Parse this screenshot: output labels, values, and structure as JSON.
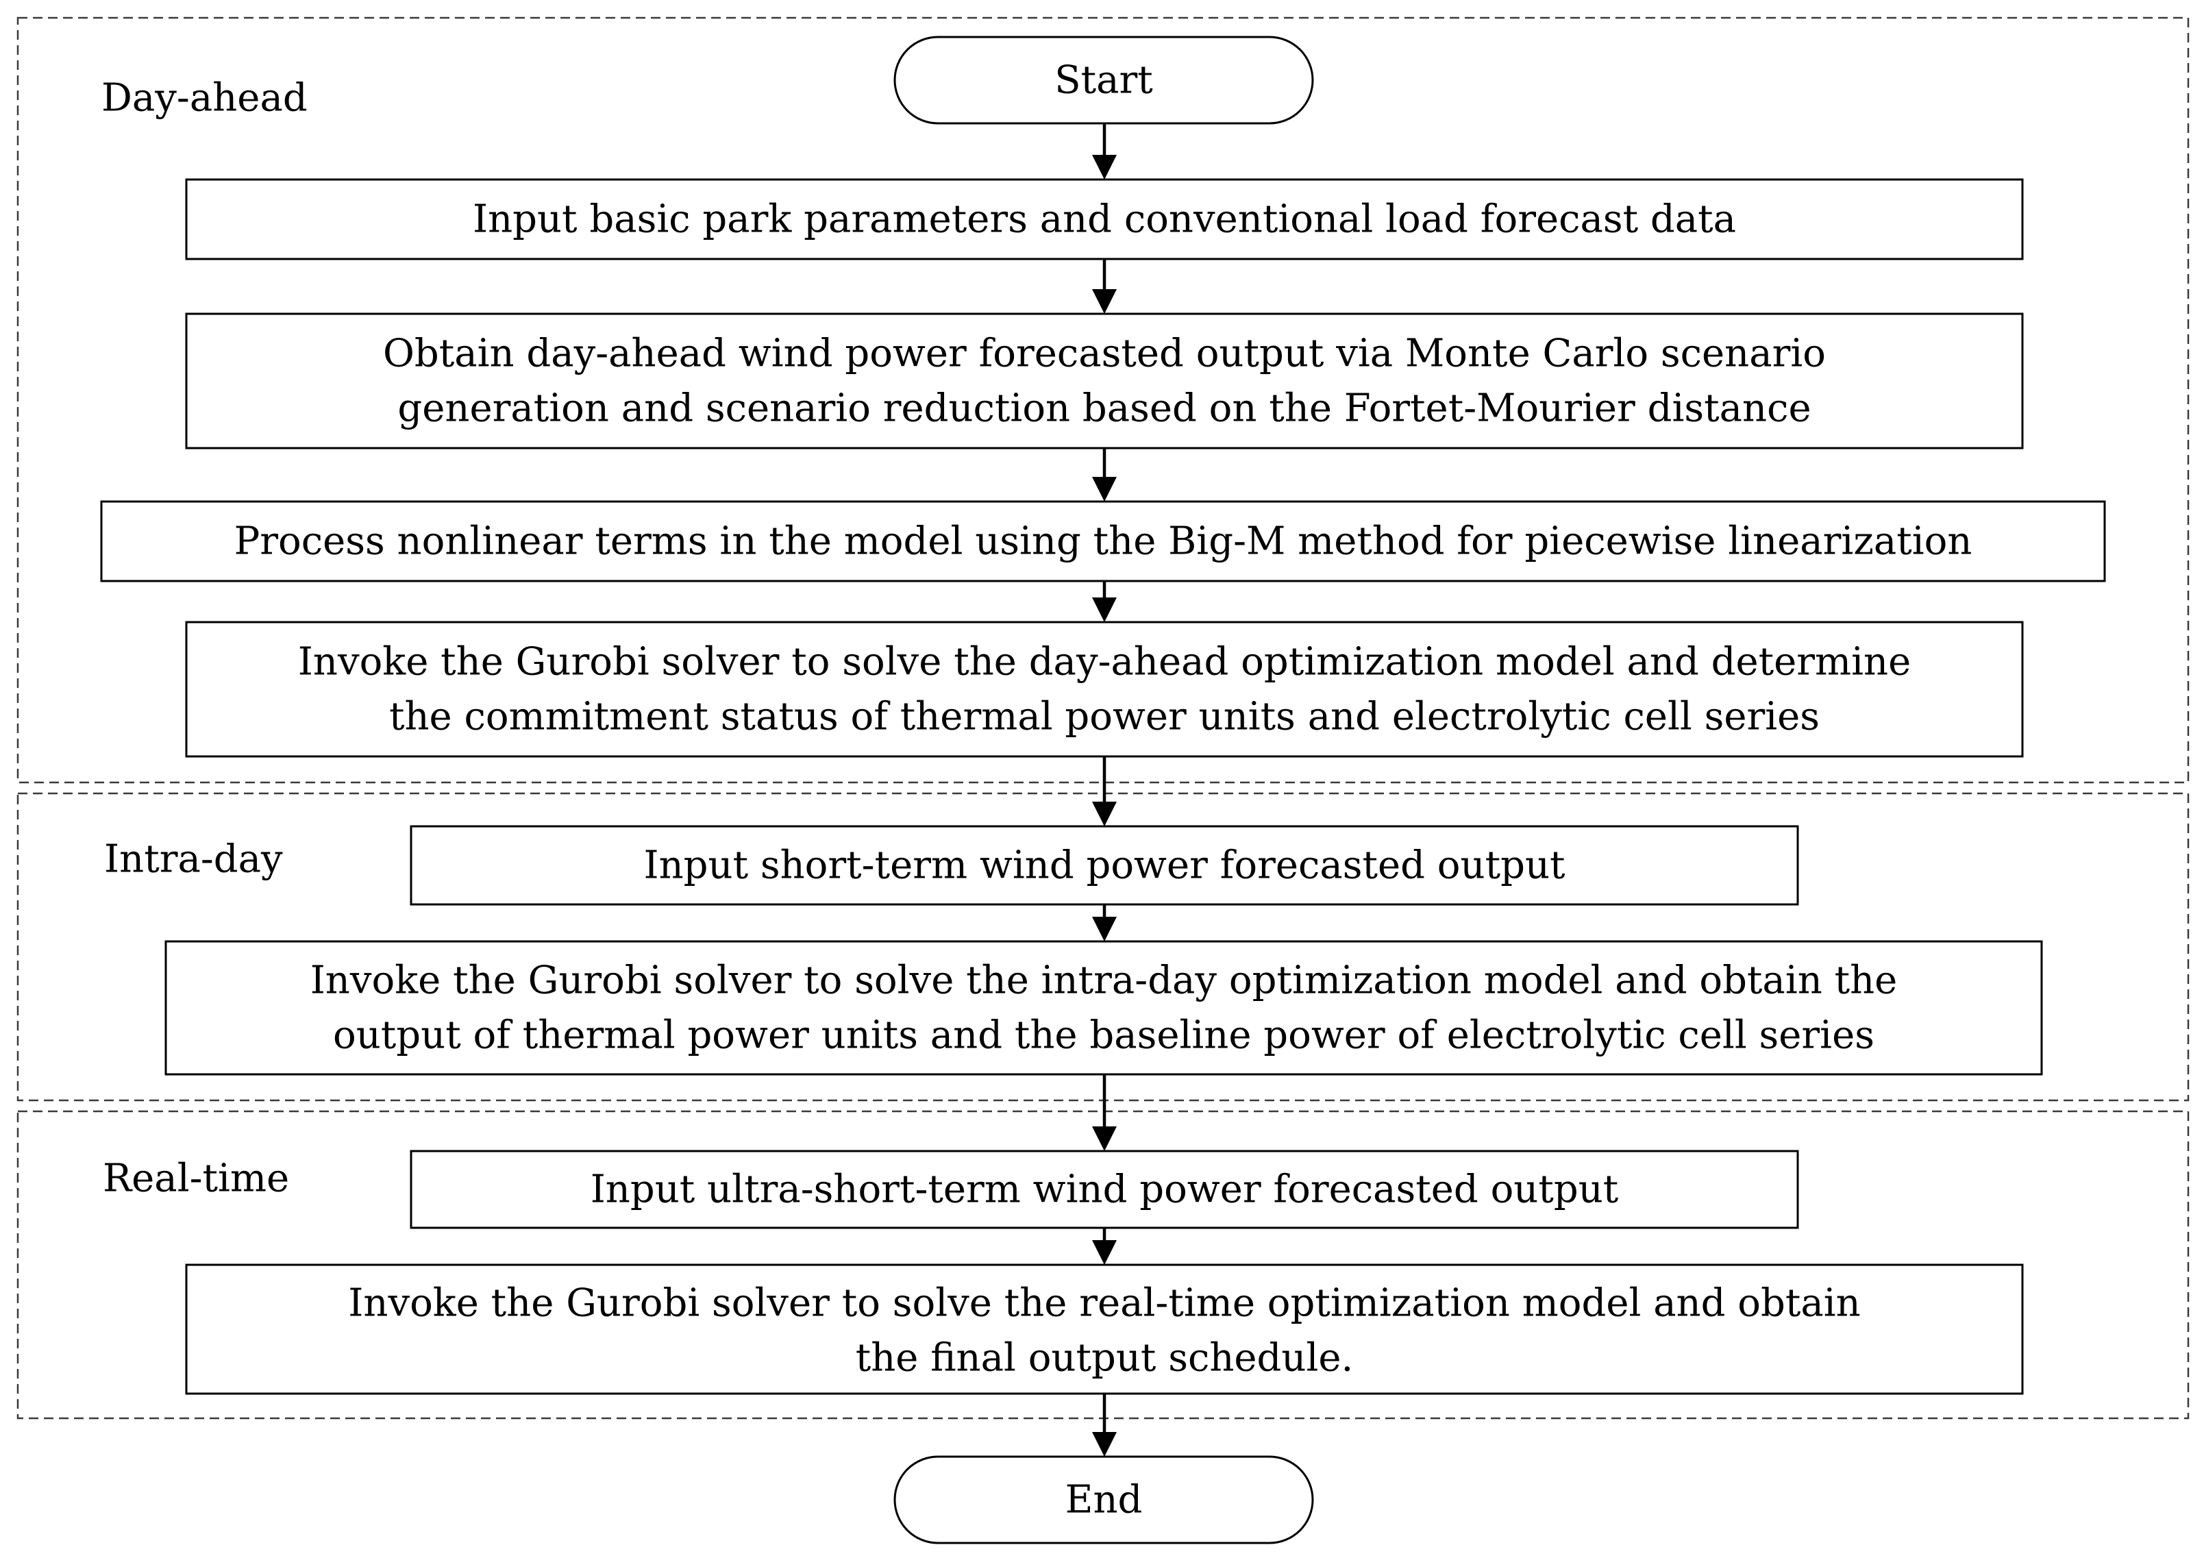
{
  "stages": {
    "day_ahead": "Day-ahead",
    "intra_day": "Intra-day",
    "real_time": "Real-time"
  },
  "nodes": {
    "start": "Start",
    "input_park": "Input basic park parameters and conventional load forecast data",
    "monte_carlo_1": "Obtain day-ahead wind power forecasted output via Monte Carlo scenario",
    "monte_carlo_2": "generation and scenario reduction based on the Fortet-Mourier distance",
    "big_m": "Process nonlinear terms in the model using the Big-M method for piecewise linearization",
    "gurobi_day_1": "Invoke the Gurobi solver to solve the day-ahead optimization model and determine",
    "gurobi_day_2": "the commitment status of thermal power units and electrolytic cell series",
    "input_short": "Input short-term wind power forecasted output",
    "gurobi_intra_1": "Invoke the Gurobi solver to solve the intra-day optimization model and obtain the",
    "gurobi_intra_2": "output of thermal power units and the baseline power of electrolytic cell series",
    "input_ultra": "Input ultra-short-term wind power forecasted output",
    "gurobi_real_1": "Invoke the Gurobi solver to solve the real-time optimization model and obtain",
    "gurobi_real_2": "the final output schedule.",
    "end": "End"
  }
}
